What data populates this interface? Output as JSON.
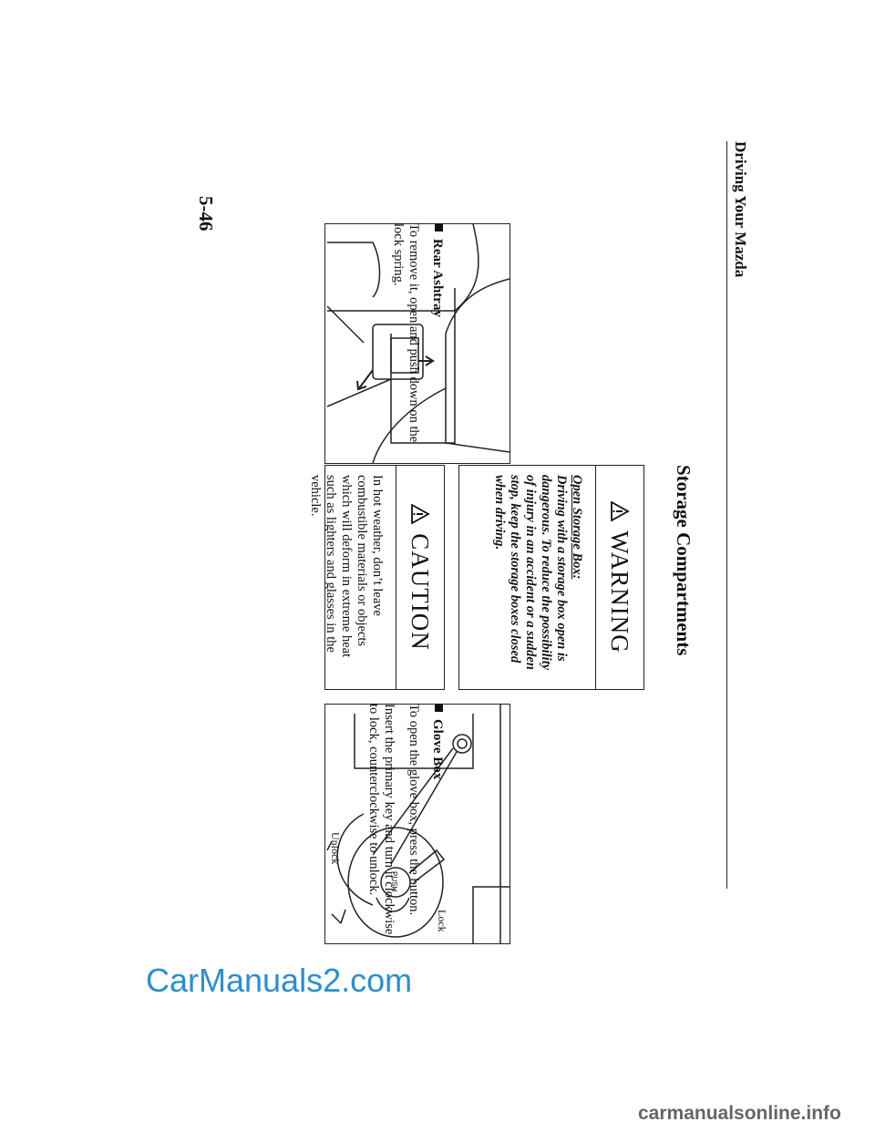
{
  "header": {
    "title": "Driving Your Mazda"
  },
  "section": {
    "title": "Storage Compartments"
  },
  "rear_ashtray": {
    "heading": "Rear Ashtray",
    "text": "To remove it, open and push down on the lock spring."
  },
  "warning": {
    "title": "WARNING",
    "subtitle": "Open Storage Box:",
    "text": "Driving with a storage box open is dangerous. To reduce the possibility of injury in an accident or a sudden stop, keep the storage boxes closed when driving."
  },
  "caution": {
    "title": "CAUTION",
    "text": "In hot weather, don’t leave combustible materials or objects which will deform in extreme heat such as lighters and glasses in the vehicle."
  },
  "glove_box": {
    "heading": "Glove Box",
    "text1": "To open the glove box, press the button.",
    "text2": "Insert the primary key and turn it clockwise to lock, counterclockwise to unlock.",
    "label_unlock": "Unlock",
    "label_lock": "Lock",
    "label_push": "PUSH"
  },
  "page_number": "5-46",
  "watermarks": {
    "primary": "CarManuals2.com",
    "secondary": "carmanualsonline.info"
  }
}
